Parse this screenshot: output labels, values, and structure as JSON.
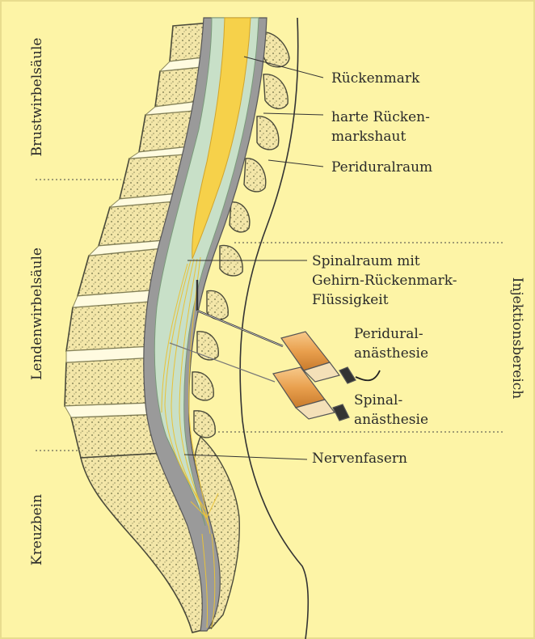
{
  "regions": {
    "thoracic": "Brustwirbelsäule",
    "lumbar": "Lendenwirbelsäule",
    "sacrum": "Kreuzbein",
    "injection": "Injektionsbereich"
  },
  "labels": {
    "spinal_cord": "Rückenmark",
    "dura_line1": "harte Rücken-",
    "dura_line2": "markshaut",
    "epidural_space": "Periduralraum",
    "spinal_space_line1": "Spinalraum mit",
    "spinal_space_line2": "Gehirn-Rückenmark-",
    "spinal_space_line3": "Flüssigkeit",
    "epidural_anesthesia_line1": "Peridural-",
    "epidural_anesthesia_line2": "anästhesie",
    "spinal_anesthesia_line1": "Spinal-",
    "spinal_anesthesia_line2": "anästhesie",
    "nerve_fibers": "Nervenfasern"
  },
  "colors": {
    "background": "#fdf4a6",
    "bone": "#f3e6a8",
    "csf": "#c8e0c8",
    "cord": "#f6d14a",
    "dura": "#9a9a9a",
    "syringe": "#e9a04e"
  }
}
